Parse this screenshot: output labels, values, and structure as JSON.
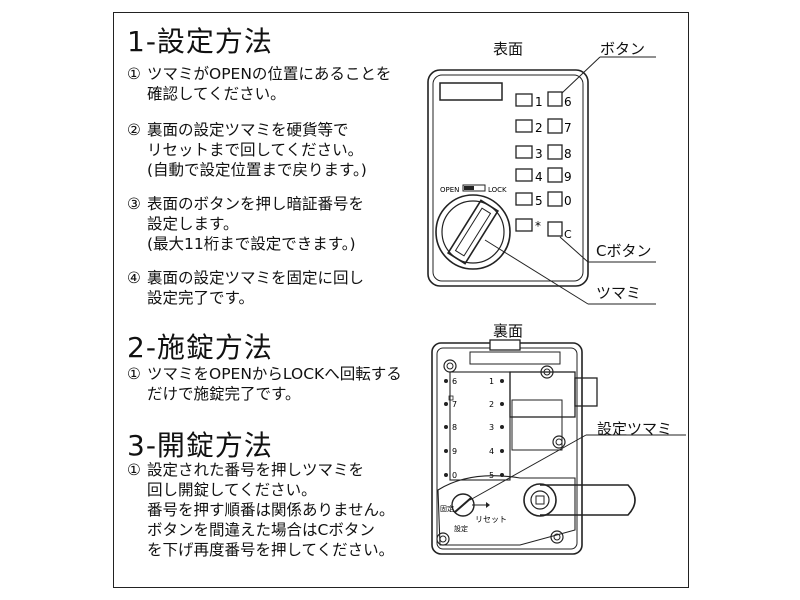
{
  "sections": [
    {
      "heading": "1-設定方法",
      "steps": [
        {
          "num": "①",
          "text": "ツマミがOPENの位置にあることを\n確認してください。"
        },
        {
          "num": "②",
          "text": "裏面の設定ツマミを硬貨等で\nリセットまで回してください。\n(自動で設定位置まで戻ります。)"
        },
        {
          "num": "③",
          "text": "表面のボタンを押し暗証番号を\n設定します。\n(最大11桁まで設定できます。)"
        },
        {
          "num": "④",
          "text": "裏面の設定ツマミを固定に回し\n設定完了です。"
        }
      ]
    },
    {
      "heading": "2-施錠方法",
      "steps": [
        {
          "num": "①",
          "text": "ツマミをOPENからLOCKへ回転する\nだけで施錠完了です。"
        }
      ]
    },
    {
      "heading": "3-開錠方法",
      "steps": [
        {
          "num": "①",
          "text": "設定された番号を押しツマミを\n回し開錠してください。\n番号を押す順番は関係ありません。\nボタンを間違えた場合はCボタン\nを下げ再度番号を押してください。"
        }
      ]
    }
  ],
  "front": {
    "title": "表面",
    "callout_button": "ボタン",
    "callout_c_button": "Cボタン",
    "callout_knob": "ツマミ",
    "open_label": "OPEN",
    "lock_label": "LOCK",
    "keys_left": [
      "1",
      "2",
      "3",
      "4",
      "5",
      "*"
    ],
    "keys_right": [
      "6",
      "7",
      "8",
      "9",
      "0",
      "C"
    ]
  },
  "back": {
    "title": "裏面",
    "callout_setting_knob": "設定ツマミ",
    "numbers_left": [
      "6",
      "7",
      "8",
      "9",
      "0"
    ],
    "numbers_right": [
      "1",
      "2",
      "3",
      "4",
      "5"
    ],
    "fix_label": "固定",
    "reset_label": "リセット",
    "set_label": "設定"
  }
}
